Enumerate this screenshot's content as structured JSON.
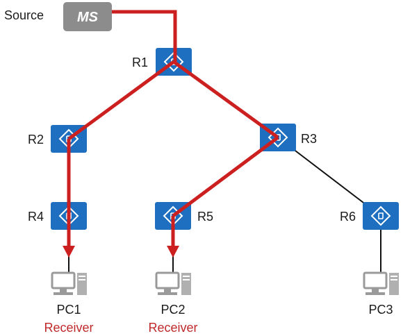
{
  "source": {
    "label": "Source",
    "server_label": "MS",
    "server_color": "#8c8c8c"
  },
  "routers": [
    {
      "id": "R1",
      "label": "R1"
    },
    {
      "id": "R2",
      "label": "R2"
    },
    {
      "id": "R3",
      "label": "R3"
    },
    {
      "id": "R4",
      "label": "R4"
    },
    {
      "id": "R5",
      "label": "R5"
    },
    {
      "id": "R6",
      "label": "R6"
    }
  ],
  "pcs": [
    {
      "id": "PC1",
      "label": "PC1",
      "role": "Receiver"
    },
    {
      "id": "PC2",
      "label": "PC2",
      "role": "Receiver"
    },
    {
      "id": "PC3",
      "label": "PC3",
      "role": ""
    }
  ],
  "colors": {
    "router": "#1e6fbf",
    "multicast_path": "#cc1f1f",
    "link": "#111111",
    "pc": "#9a9a9a",
    "receiver_text": "#c0282a"
  },
  "icons": {
    "router": "router-icon",
    "pc": "pc-icon",
    "server": "server-icon"
  }
}
